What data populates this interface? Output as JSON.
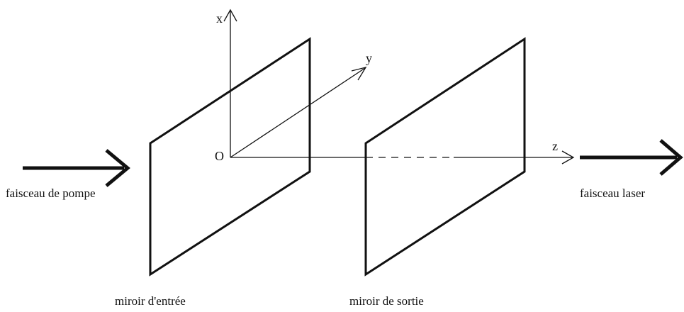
{
  "axes": {
    "x": "x",
    "y": "y",
    "z": "z",
    "origin": "O"
  },
  "labels": {
    "pump_beam": "faisceau de pompe",
    "laser_beam": "faisceau laser",
    "input_mirror": "miroir d'entrée",
    "output_mirror": "miroir de sortie"
  },
  "colors": {
    "stroke": "#111111",
    "background": "#ffffff"
  }
}
